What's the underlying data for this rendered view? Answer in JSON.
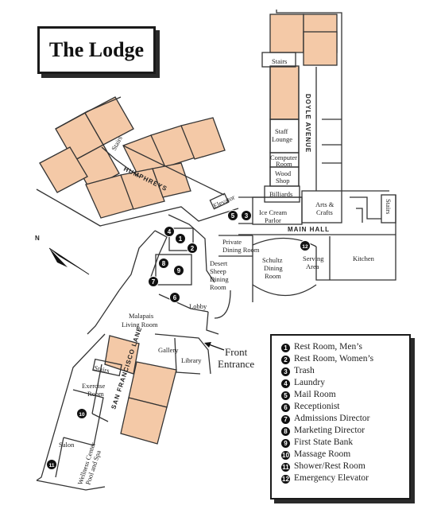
{
  "title": "The Lodge",
  "labels": {
    "stairs_top": "Stairs",
    "staff_lounge_1": "Staff",
    "staff_lounge_2": "Lounge",
    "computer_room_1": "Computer",
    "computer_room_2": "Room",
    "wood_shop_1": "Wood",
    "wood_shop_2": "Shop",
    "billiards": "Billiards",
    "ice_cream_1": "Ice Cream",
    "ice_cream_2": "Parlor",
    "arts_crafts_1": "Arts &",
    "arts_crafts_2": "Crafts",
    "stairs_right": "Stairs",
    "main_hall": "MAIN HALL",
    "doyle_avenue": "DOYLE AVENUE",
    "humphreys": "HUMPHREYS",
    "stairs_wing": "Stairs",
    "elevator": "Elevator",
    "private_dining_1": "Private",
    "private_dining_2": "Dining Room",
    "schultz_dining_1": "Schultz",
    "schultz_dining_2": "Dining",
    "schultz_dining_3": "Room",
    "serving_area_1": "Serving",
    "serving_area_2": "Area",
    "kitchen": "Kitchen",
    "desert_sheep_1": "Desert",
    "desert_sheep_2": "Sheep",
    "desert_sheep_3": "Dining",
    "desert_sheep_4": "Room",
    "lobby": "Lobby",
    "malapais_1": "Malapais",
    "malapais_2": "Living Room",
    "gallery": "Gallery",
    "library": "Library",
    "san_francisco_lane": "SAN FRANCISCO LANE",
    "stairs_bottom": "Stairs",
    "exercise_room_1": "Exercise",
    "exercise_room_2": "Room",
    "salon": "Salon",
    "wellness_center": "Wellness Center",
    "pool_spa": "Pool and Spa",
    "north": "N"
  },
  "front_entrance": [
    "Front",
    "Entrance"
  ],
  "markers": [
    "1",
    "2",
    "3",
    "4",
    "5",
    "6",
    "7",
    "8",
    "9",
    "10",
    "11",
    "12"
  ],
  "legend": [
    {
      "num": "1",
      "label": "Rest Room, Men’s"
    },
    {
      "num": "2",
      "label": "Rest Room, Women’s"
    },
    {
      "num": "3",
      "label": "Trash"
    },
    {
      "num": "4",
      "label": "Laundry"
    },
    {
      "num": "5",
      "label": "Mail Room"
    },
    {
      "num": "6",
      "label": "Receptionist"
    },
    {
      "num": "7",
      "label": "Admissions Director"
    },
    {
      "num": "8",
      "label": "Marketing Director"
    },
    {
      "num": "9",
      "label": "First State Bank"
    },
    {
      "num": "10",
      "label": "Massage Room"
    },
    {
      "num": "11",
      "label": "Shower/Rest Room"
    },
    {
      "num": "12",
      "label": "Emergency Elevator"
    }
  ],
  "colors": {
    "room_fill": "#f4c9a7",
    "line": "#333333",
    "marker": "#111111"
  }
}
